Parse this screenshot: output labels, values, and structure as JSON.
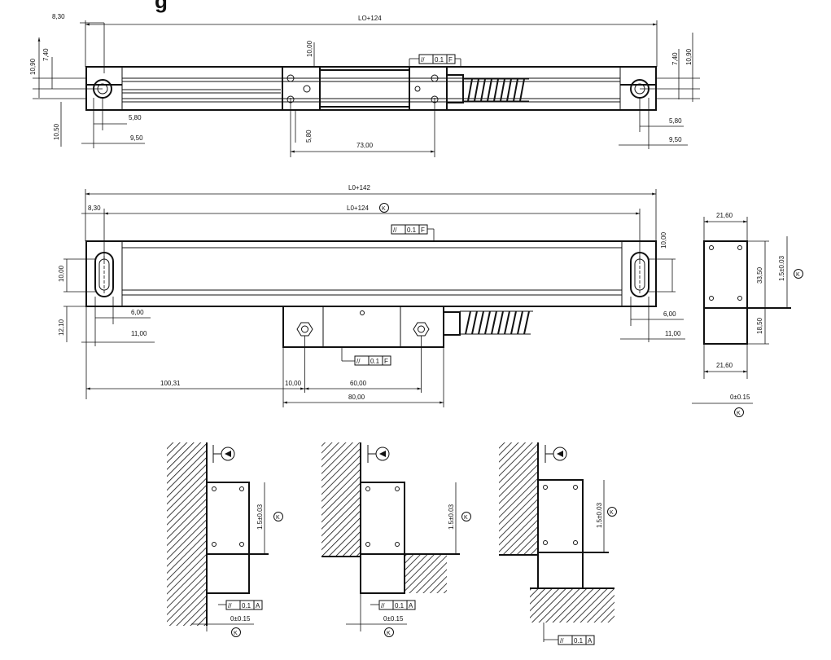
{
  "heading_fragment": "g",
  "top_view": {
    "overall_label": "LO+124",
    "left_offset": "8,30",
    "left_h_outer": "10,90",
    "left_h_inner": "7,40",
    "right_h_inner": "7,40",
    "right_h_outer": "10,90",
    "left_bottom_h": "10,50",
    "left_580": "5,80",
    "left_950": "9,50",
    "mid_1000": "10,00",
    "mid_580": "5,80",
    "mid_7300": "73,00",
    "right_580": "5,80",
    "right_950": "9,50",
    "tol_symbol": "//",
    "tol_value": "0.1",
    "tol_datum": "F"
  },
  "front_view": {
    "overall_label": "L0+142",
    "inner_label": "L0+124",
    "k_symbol": "K",
    "left_offset": "8,30",
    "right_1000": "10,00",
    "left_1000": "10,00",
    "left_1210": "12,10",
    "left_600": "6,00",
    "left_1100": "11,00",
    "right_600": "6,00",
    "right_1100": "11,00",
    "dim_10031": "100,31",
    "dim_1000b": "10,00",
    "dim_6000": "60,00",
    "dim_8000": "80,00",
    "tol_symbol": "//",
    "tol_value": "0.1",
    "tol_datum": "F"
  },
  "side_view": {
    "width_top": "21,60",
    "height_upper": "33,50",
    "height_lower": "18,50",
    "width_bottom": "21,60",
    "tol_height": "1.5±0.03",
    "offset": "0±0.15",
    "k_symbol": "K"
  },
  "mount_details": [
    {
      "tol_height": "1.5±0.03",
      "k_symbol": "K",
      "tol_symbol": "//",
      "tol_value": "0.1",
      "tol_datum": "A",
      "offset": "0±0.15"
    },
    {
      "tol_height": "1.5±0.03",
      "k_symbol": "K",
      "tol_symbol": "//",
      "tol_value": "0.1",
      "tol_datum": "A",
      "offset": "0±0.15"
    },
    {
      "tol_height": "1.5±0.03",
      "k_symbol": "K",
      "tol_symbol": "//",
      "tol_value": "0.1",
      "tol_datum": "A"
    }
  ]
}
